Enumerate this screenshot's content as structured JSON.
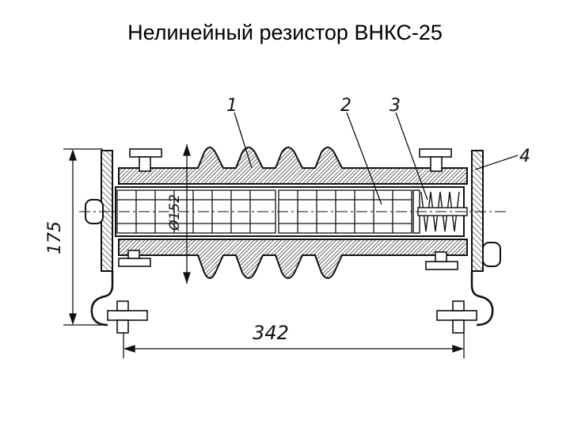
{
  "slide": {
    "title": "Нелинейный резистор ВНКС-25"
  },
  "drawing": {
    "callouts": [
      "1",
      "2",
      "3",
      "4"
    ],
    "dimensions": {
      "height": "175",
      "length": "342",
      "diameter": "Ø152"
    },
    "colors": {
      "line": "#111111",
      "hatch": "#333333",
      "background": "#ffffff"
    }
  }
}
